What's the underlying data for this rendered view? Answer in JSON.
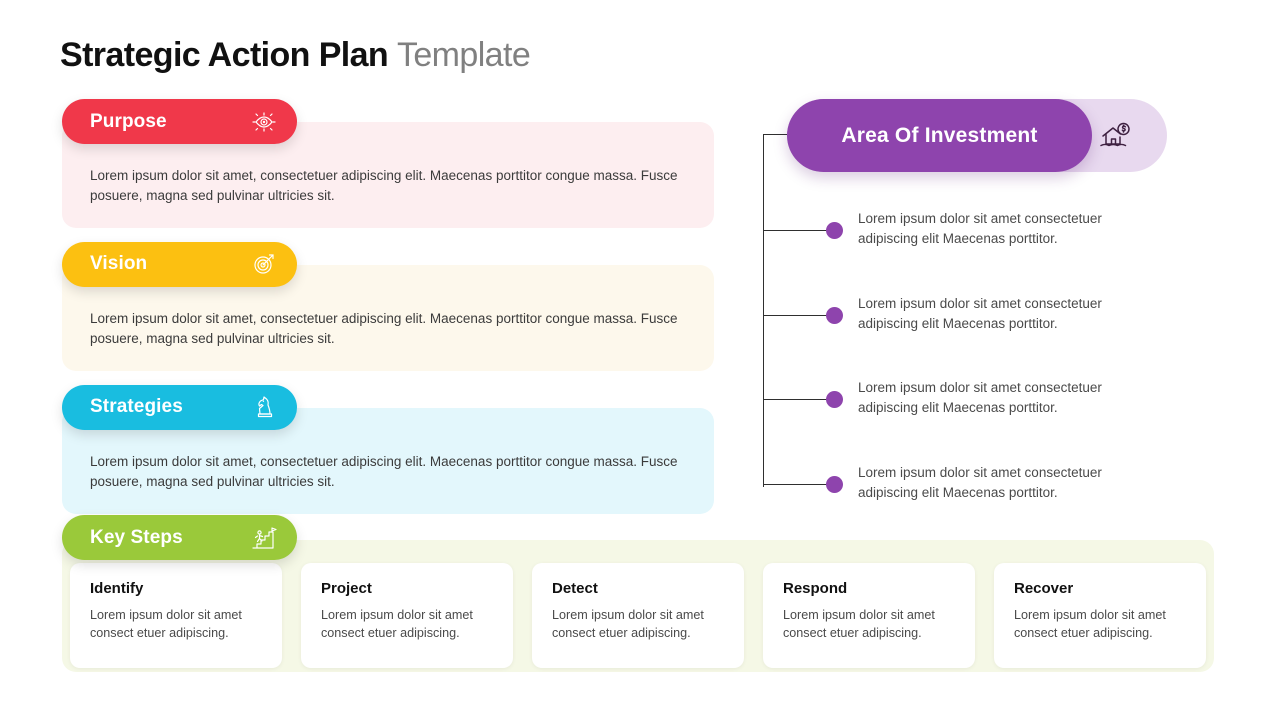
{
  "title": {
    "main": "Strategic Action Plan",
    "accent": "Template"
  },
  "colors": {
    "purpose": "#f0384a",
    "purpose_panel": "#fdeef0",
    "vision": "#fcc011",
    "vision_panel": "#fdf8ec",
    "strategies": "#19bde0",
    "strategies_panel": "#e3f7fc",
    "keysteps": "#9ac93a",
    "keysteps_panel": "#f5f8e6",
    "investment": "#8e44ad",
    "investment_backdrop": "#e8d9ef",
    "title_main": "#111111",
    "title_accent": "#808080"
  },
  "left_blocks": [
    {
      "label": "Purpose",
      "icon": "eye-icon",
      "body": "Lorem ipsum dolor sit amet, consectetuer adipiscing elit. Maecenas porttitor congue massa. Fusce posuere, magna sed pulvinar ultricies sit."
    },
    {
      "label": "Vision",
      "icon": "target-icon",
      "body": "Lorem ipsum dolor sit amet, consectetuer adipiscing elit. Maecenas porttitor congue massa. Fusce posuere, magna sed pulvinar ultricies sit."
    },
    {
      "label": "Strategies",
      "icon": "chess-knight-icon",
      "body": "Lorem ipsum dolor sit amet, consectetuer adipiscing elit. Maecenas porttitor congue massa. Fusce posuere, magna sed pulvinar ultricies sit."
    }
  ],
  "investment": {
    "label": "Area Of Investment",
    "icon": "house-money-icon",
    "items": [
      {
        "text": "Lorem ipsum dolor sit amet consectetuer adipiscing elit Maecenas porttitor."
      },
      {
        "text": "Lorem ipsum dolor sit amet consectetuer adipiscing elit Maecenas porttitor."
      },
      {
        "text": "Lorem ipsum dolor sit amet consectetuer adipiscing elit Maecenas porttitor."
      },
      {
        "text": "Lorem ipsum dolor sit amet consectetuer adipiscing elit Maecenas porttitor."
      }
    ]
  },
  "key_steps": {
    "label": "Key Steps",
    "icon": "stairs-climb-icon",
    "cards": [
      {
        "title": "Identify",
        "text": "Lorem ipsum dolor sit amet consect etuer adipiscing."
      },
      {
        "title": "Project",
        "text": "Lorem ipsum dolor sit amet consect etuer adipiscing."
      },
      {
        "title": "Detect",
        "text": "Lorem ipsum dolor sit amet consect etuer adipiscing."
      },
      {
        "title": "Respond",
        "text": "Lorem ipsum dolor sit amet consect etuer adipiscing."
      },
      {
        "title": "Recover",
        "text": "Lorem ipsum dolor sit amet consect etuer adipiscing."
      }
    ]
  }
}
